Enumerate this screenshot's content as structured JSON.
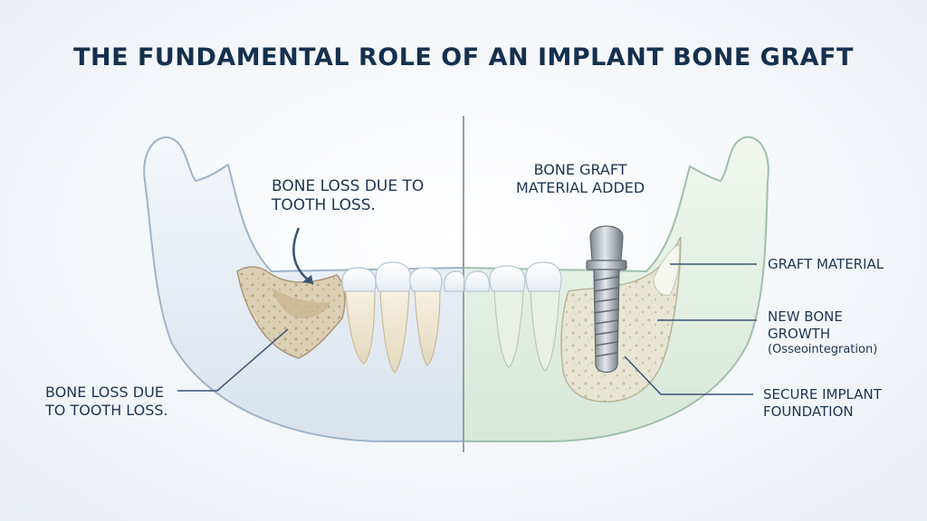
{
  "title": "THE FUNDAMENTAL ROLE OF AN IMPLANT BONE GRAFT",
  "left_panel": {
    "callout_top": [
      "BONE LOSS DUE TO",
      "TOOTH LOSS."
    ],
    "callout_bottom": [
      "BONE LOSS DUE",
      "TO TOOTH LOSS."
    ]
  },
  "right_panel": {
    "callout_top": [
      "BONE GRAFT",
      "MATERIAL ADDED"
    ],
    "labels": {
      "graft_material": "GRAFT MATERIAL",
      "new_bone_growth": [
        "NEW BONE",
        "GROWTH",
        "(Osseointegration)"
      ],
      "secure_foundation": [
        "SECURE IMPLANT",
        "FOUNDATION"
      ]
    }
  },
  "colors": {
    "title": "#15304f",
    "jaw_left": "#e4ebf4",
    "jaw_right": "#e2efe3",
    "bone_loss": "#d8c9ad",
    "graft": "#e7e8d4",
    "implant": "#9aa2ab"
  }
}
